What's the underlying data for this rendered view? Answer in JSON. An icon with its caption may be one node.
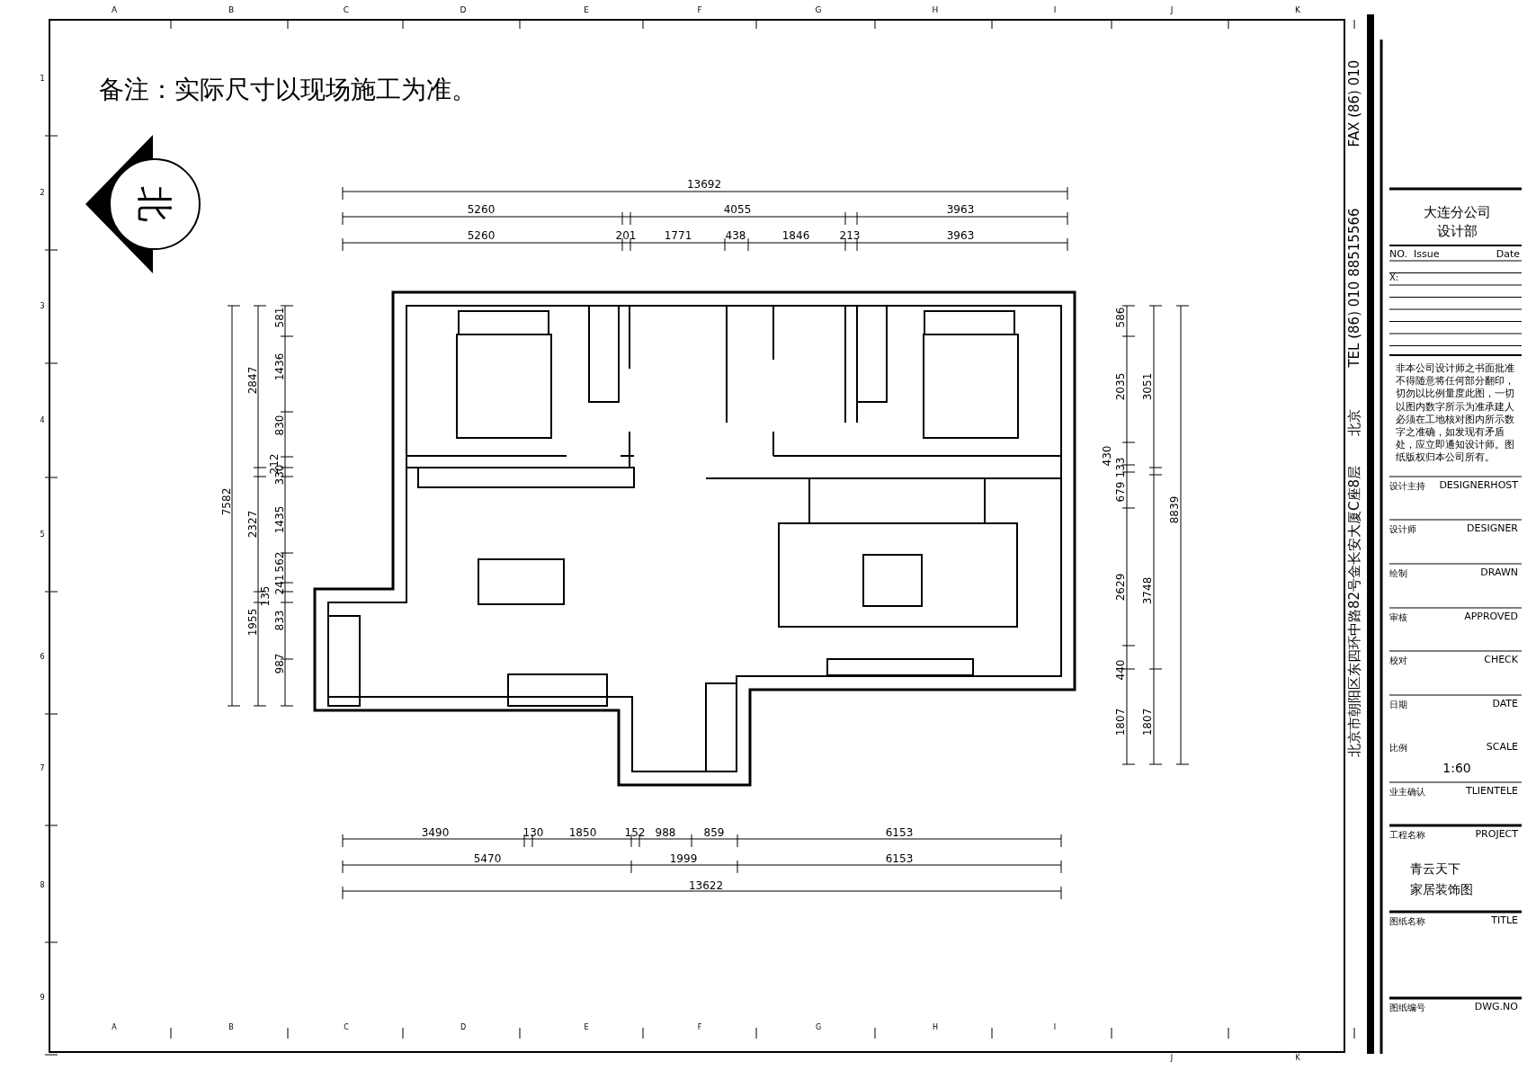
{
  "diagram": {
    "labels": [
      "备注：实际尺寸以现场施工为准。",
      "北",
      "13692",
      "5260",
      "4055",
      "3963",
      "5260",
      "201",
      "1771",
      "438",
      "1846",
      "213",
      "3963",
      "7582",
      "2847",
      "2327",
      "1955",
      "581",
      "1436",
      "830",
      "212",
      "330",
      "1435",
      "562",
      "241",
      "135",
      "833",
      "987",
      "586",
      "2035",
      "430",
      "133",
      "679",
      "2629",
      "440",
      "1807",
      "3051",
      "3748",
      "1807",
      "8839",
      "3490",
      "130",
      "1850",
      "152",
      "988",
      "859",
      "6153",
      "5470",
      "1999",
      "6153",
      "13622",
      "大连分公司",
      "设计部",
      "NO.",
      "Issue",
      "Date",
      "X:",
      "非本公司设计师之书面批准不得随意将任何部分翻印，切勿以比例量度此图，一切以图内数字所示为准承建人必须在工地核对图内所示数字之准确，如发现有矛盾处，应立即通知设计师。图纸版权归本公司所有。",
      "设计主持",
      "DESIGNERHOST",
      "设计师",
      "DESIGNER",
      "绘制",
      "DRAWN",
      "审核",
      "APPROVED",
      "校对",
      "CHECK",
      "日期",
      "DATE",
      "比例",
      "SCALE",
      "1:60",
      "业主确认",
      "TLIENTELE",
      "工程名称",
      "PROJECT",
      "青云天下",
      "家居装饰图",
      "图纸名称",
      "TITLE",
      "图纸编号",
      "DWG.NO",
      "北京市朝阳区东四环中路82号金长安大厦C座8层",
      "北京",
      "TEL (86) 010 88515566",
      "FAX (86) 010",
      "A",
      "B",
      "C",
      "D",
      "E",
      "F",
      "G",
      "H",
      "I",
      "J",
      "K",
      "A",
      "B",
      "C",
      "D",
      "E",
      "F",
      "G",
      "H",
      "I",
      "J",
      "K",
      "1",
      "2",
      "3",
      "4",
      "5",
      "6",
      "7",
      "8",
      "9"
    ]
  }
}
